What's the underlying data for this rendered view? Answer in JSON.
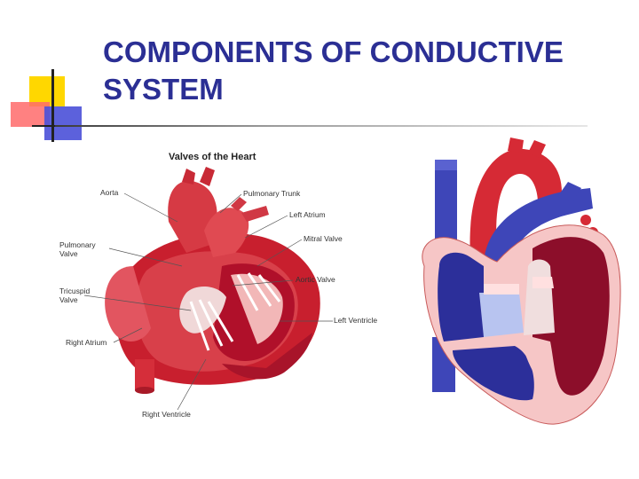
{
  "slide": {
    "title_line1": "COMPONENTS OF CONDUCTIVE",
    "title_line2": "SYSTEM"
  },
  "figure_left": {
    "title": "Valves of the Heart",
    "labels": {
      "aorta": "Aorta",
      "pulmonary_trunk": "Pulmonary Trunk",
      "left_atrium": "Left Atrium",
      "mitral_valve": "Mitral Valve",
      "pulmonary_valve_1": "Pulmonary",
      "pulmonary_valve_2": "Valve",
      "aortic_valve": "Aortic Valve",
      "tricuspid_valve_1": "Tricuspid",
      "tricuspid_valve_2": "Valve",
      "left_ventricle": "Left Ventricle",
      "right_atrium": "Right Atrium",
      "right_ventricle": "Right Ventricle"
    }
  },
  "colors": {
    "title": "#2b2f94",
    "deco_yellow": "#ffd700",
    "deco_red": "#ff6060",
    "deco_blue": "#4a50d8",
    "heart_red": "#d62a35",
    "heart_blue": "#3e46b8",
    "heart_pink": "#f6c6c6",
    "heart_maroon": "#8c0e2a"
  }
}
